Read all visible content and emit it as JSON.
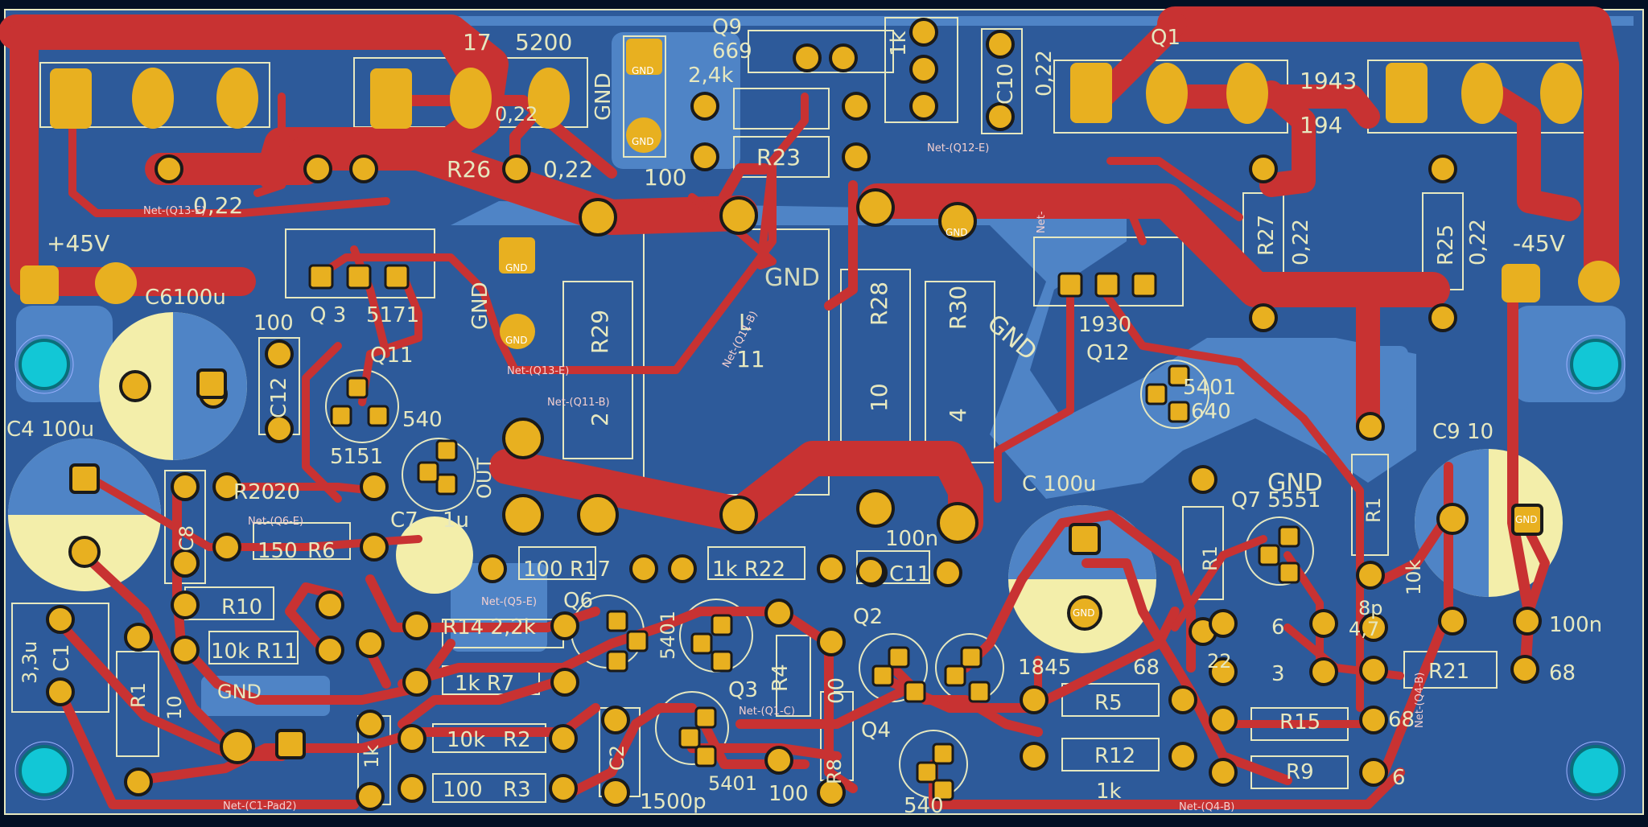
{
  "view": {
    "type": "pcb-layout",
    "colors": {
      "background": "#031024",
      "board": "#2d5a9a",
      "copper_fill": "#4f84c6",
      "trace": "#c83232",
      "pad": "#e8b020",
      "silk": "#e6e8c0",
      "mounting_hole": "#12c7d6",
      "cap_fill": "#f3eeaa"
    }
  },
  "labels": {
    "rail_pos": "+45V",
    "rail_neg": "-45V",
    "gnd": "GND",
    "out": "OUT",
    "v_017": "17",
    "v_5200": "5200",
    "q9": "Q9",
    "v_669": "669",
    "v_2k4": "2,4k",
    "v_1k_top": "1k",
    "c10": "C10",
    "v_022_a": "0,22",
    "v_022_b": "0,22",
    "v_022_c": "0,22",
    "v_022_d": "0,22",
    "v_022_e": "0,22",
    "v_022_f": "0,22",
    "q1x": "Q1",
    "v_1943_a": "1943",
    "v_1943_b": "194",
    "r26": "R26",
    "r23": "R23",
    "v_100_a": "100",
    "r29": "R29",
    "v_2": "2",
    "l1": "L",
    "l1b": "11",
    "r28": "R28",
    "v_10": "10",
    "r30": "R30",
    "v_4": "4",
    "r25": "R25",
    "r27": "R27",
    "v_1930": "1930",
    "q12": "Q12",
    "v_5401_a": "5401",
    "v_640": "640",
    "c6100u": "C6100u",
    "q13": "Q 3",
    "v_5171": "5171",
    "v_100b": "100",
    "c12": "C12",
    "q11": "Q11",
    "v_5151": "5151",
    "v_540": "540",
    "c4": "C4 100u",
    "c8": "C8",
    "v_20": "20",
    "r20": "R20",
    "v_150": "150",
    "r6": "R6",
    "c7": "C7",
    "v_1u": "1u",
    "r17": "100 R17",
    "r22": "1k R22",
    "v_100n_a": "100n",
    "c11": "C11",
    "c_100u": "C 100u",
    "q7": "Q7 5551",
    "c9": "C9  10",
    "v_10k": "10k",
    "v_8p": "8p",
    "v_100n_b": "100n",
    "r21": "R21",
    "v_68_a": "68",
    "c1": "C1",
    "v_33u": "3,3u",
    "r10": "R10",
    "v_10k_r11": "10k R11",
    "r14": "R14 2,2k",
    "q6": "Q6",
    "v_5401_b": "5401",
    "r7": "1k   R7",
    "q3": "Q3",
    "r4": "R4",
    "v_100_c": "00",
    "q2": "Q2",
    "v_1845": "1845",
    "v_68_b": "68",
    "r5": "R5",
    "v_68_c": "68",
    "r15": "R15",
    "r9": "R9",
    "v_6": "6",
    "v_4p7": "4,7",
    "r16": "6",
    "r13": "3",
    "v_22": "22",
    "r18": "R1",
    "r12": "R12",
    "v_1k_b": "1k",
    "r1": "R1",
    "v_10_b": "10",
    "v_10k_b": "10k",
    "r2": "R2",
    "v_100_d": "100",
    "r3": "R3",
    "c2": "C2",
    "v_1500p": "1500p",
    "v_5401_c": "5401",
    "v_100_e": "100",
    "r8": "R8",
    "q4": "Q4",
    "v_540_b": "540",
    "v_1k_c": "1k",
    "r19": "R1"
  },
  "nets": {
    "q13e_a": "Net-(Q13-E)",
    "q13e_b": "Net-(Q13-E)",
    "q12e": "Net-(Q12-E)",
    "q11b_a": "Net-(Q11-B)",
    "q11b_b": "Net-(Q11-B)",
    "q6e": "Net-(Q6-E)",
    "q5e": "Net-(Q5-E)",
    "q1c": "Net-(Q1-C)",
    "q4b_a": "Net-(Q4-B)",
    "q4b_b": "Net-(Q4-B)",
    "c1pad2": "Net-(C1-Pad2)",
    "net_e": "Net-"
  }
}
